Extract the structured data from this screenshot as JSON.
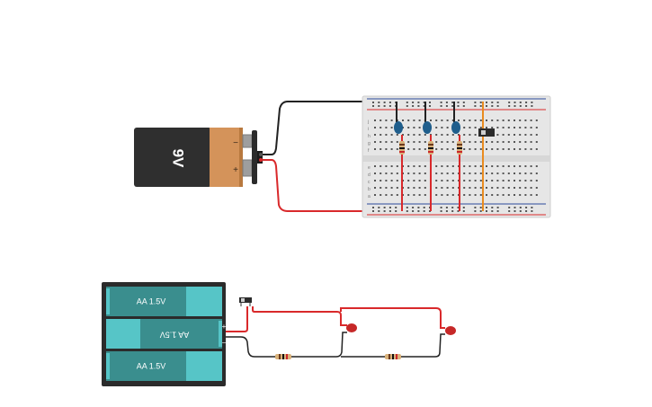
{
  "circuit_top": {
    "battery_9v": {
      "label": "9V",
      "plus_sign": "+",
      "minus_sign": "−",
      "body_color": "#2f2f2f",
      "cap_color": "#d4935a"
    },
    "breadboard": {
      "body_color": "#e6e6e6",
      "rail_red": "#d9292b",
      "rail_blue": "#2c4a9c",
      "row_letters_top": [
        "j",
        "i",
        "h",
        "g",
        "f"
      ],
      "row_letters_bottom": [
        "e",
        "d",
        "c",
        "b",
        "a"
      ]
    },
    "led_color": "#1f5e8c",
    "jumper_orange": "#e98b1f",
    "wire_red": "#d9292b",
    "wire_black": "#222222"
  },
  "circuit_bottom": {
    "battery_pack": {
      "cells": [
        {
          "label": "AA 1.5V"
        },
        {
          "label": "AA 1.5V"
        },
        {
          "label": "AA 1.5V"
        }
      ],
      "plus_sign": "+",
      "minus_sign": "−",
      "cell_color": "#3a8e8e",
      "cap_color": "#56c5c7"
    },
    "led_color": "#c62828"
  }
}
